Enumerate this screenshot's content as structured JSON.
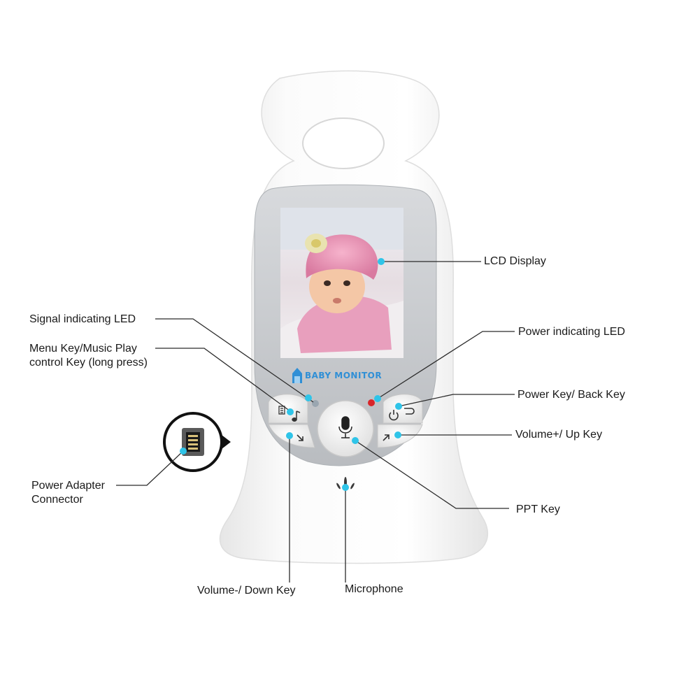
{
  "device": {
    "brand_text": "BABY MONITOR",
    "colors": {
      "body": "#f7f7f7",
      "bezel": "#c9ccd0",
      "pointer": "#2fc4e8",
      "led_power": "#d8262a",
      "led_signal": "#9aa6b0",
      "brand": "#2f8fd6"
    },
    "icons": {
      "menu": "menu-list-icon",
      "music": "music-note-icon",
      "power": "power-icon",
      "back": "back-arrow-icon",
      "microphone": "microphone-icon",
      "volume_up": "volume-up-icon",
      "volume_down": "volume-down-icon"
    }
  },
  "labels": {
    "lcd_display": "LCD Display",
    "signal_led": "Signal indicating LED",
    "menu_key_line1": "Menu Key/Music Play",
    "menu_key_line2": "control Key (long press)",
    "power_led": "Power indicating LED",
    "power_key": "Power Key/ Back Key",
    "volume_up": "Volume+/ Up Key",
    "power_adapter_line1": "Power Adapter",
    "power_adapter_line2": "Connector",
    "ppt_key": "PPT Key",
    "volume_down": "Volume-/ Down Key",
    "microphone": "Microphone"
  }
}
